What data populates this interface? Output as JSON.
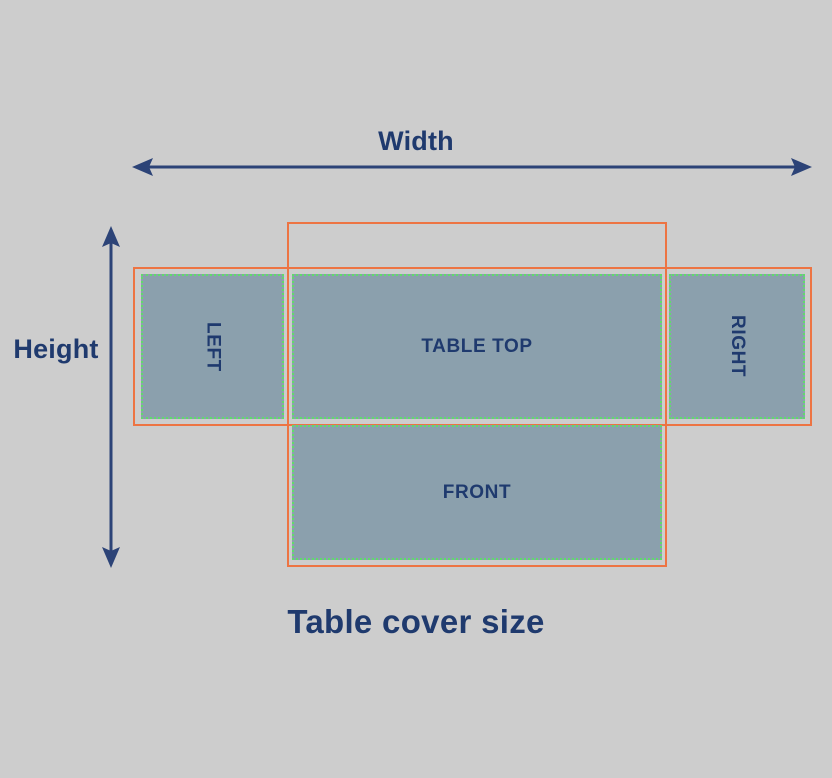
{
  "caption": "Table cover size",
  "dimensions": {
    "width_label": "Width",
    "height_label": "Height"
  },
  "panels": [
    {
      "id": "left",
      "label": "LEFT"
    },
    {
      "id": "top",
      "label": "TABLE TOP"
    },
    {
      "id": "right",
      "label": "RIGHT"
    },
    {
      "id": "front",
      "label": "FRONT"
    }
  ],
  "colors": {
    "background": "#cdcdcd",
    "panel_fill": "#8ba0ad",
    "panel_dotted_border": "#5fdc6b",
    "cut_outline": "#ed7443",
    "text_navy": "#1f3a6e",
    "arrow": "#2c4377"
  }
}
